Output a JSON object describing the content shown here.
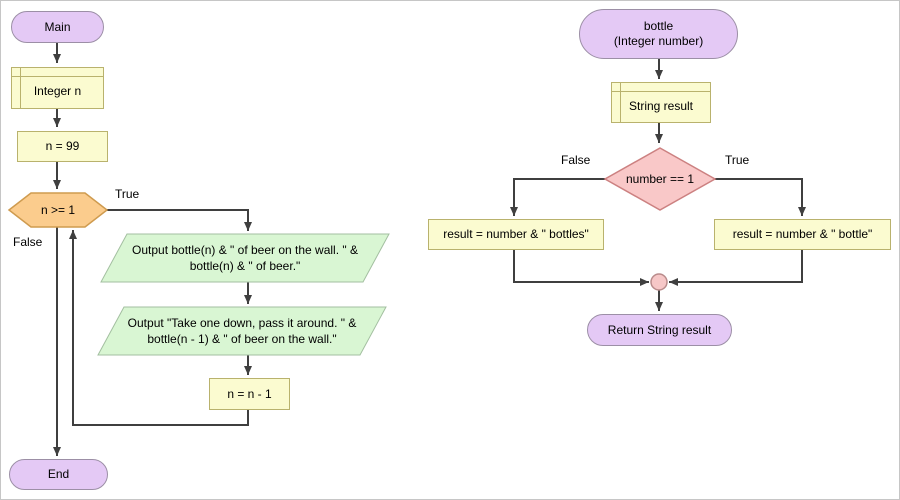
{
  "colors": {
    "background": "#ffffff",
    "canvas_border": "#c6c6c6",
    "text": "#000000",
    "connector": "#3f3f3f",
    "terminal_fill": "#e4c9f5",
    "terminal_border": "#9c8fa6",
    "assign_fill": "#fbfbd0",
    "assign_border": "#b9b26d",
    "loop_fill": "#fbcc8d",
    "loop_border": "#cf9b4f",
    "decision_fill": "#f9c8c8",
    "decision_border": "#cc8181",
    "output_fill": "#d9f6d3",
    "output_border": "#a3bfa0",
    "merge_fill": "#f6c7c7",
    "merge_border": "#b98b8b"
  },
  "left_flowchart": {
    "start_label": "Main",
    "declare_label": "Integer n",
    "assign1_label": "n = 99",
    "loop_condition_label": "n >= 1",
    "true_label": "True",
    "false_label": "False",
    "output1_line1": "Output bottle(n) & \" of beer on the wall. \" &",
    "output1_line2": "bottle(n) & \" of beer.\"",
    "output2_line1": "Output \"Take one down, pass it around. \" &",
    "output2_line2": "bottle(n - 1) & \" of beer on the wall.\"",
    "assign2_label": "n = n - 1",
    "end_label": "End"
  },
  "right_flowchart": {
    "start_line1": "bottle",
    "start_line2": "(Integer number)",
    "declare_label": "String result",
    "condition_label": "number == 1",
    "false_label": "False",
    "true_label": "True",
    "false_branch_label": "result = number & \" bottles\"",
    "true_branch_label": "result = number & \" bottle\"",
    "return_label": "Return String result"
  }
}
